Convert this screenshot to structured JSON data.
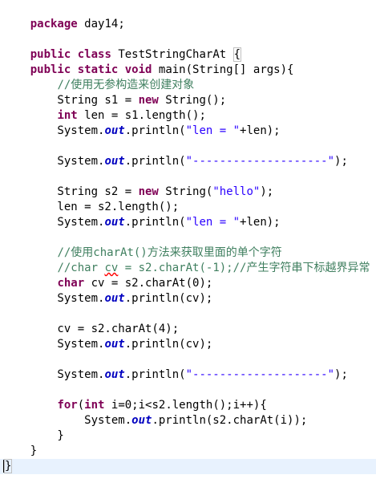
{
  "code_lines": [
    "package day14;",
    "",
    "public class TestStringCharAt {",
    "",
    "    public static void main(String[] args){",
    "        //使用无参构造来创建对象",
    "        String s1 = new String();",
    "        int len = s1.length();",
    "        System.out.println(\"len = \"+len);",
    "",
    "        System.out.println(\"--------------------\");",
    "",
    "        String s2 = new String(\"hello\");",
    "        len = s2.length();",
    "        System.out.println(\"len = \"+len);",
    "",
    "        //使用charAt()方法来获取里面的单个字符",
    "        //char cv = s2.charAt(-1);//产生字符串下标越界异常",
    "        char cv = s2.charAt(0);",
    "        System.out.println(cv);",
    "",
    "        cv = s2.charAt(4);",
    "        System.out.println(cv);",
    "",
    "        System.out.println(\"--------------------\");",
    "",
    "        for(int i=0;i<s2.length();i++){",
    "            System.out.println(s2.charAt(i));",
    "        }",
    "    }",
    "}"
  ],
  "colors": {
    "keyword": "#7f0055",
    "string": "#2a00ff",
    "comment": "#3f7f5f",
    "static_field": "#0000c0",
    "current_line": "#e8f2fe"
  }
}
